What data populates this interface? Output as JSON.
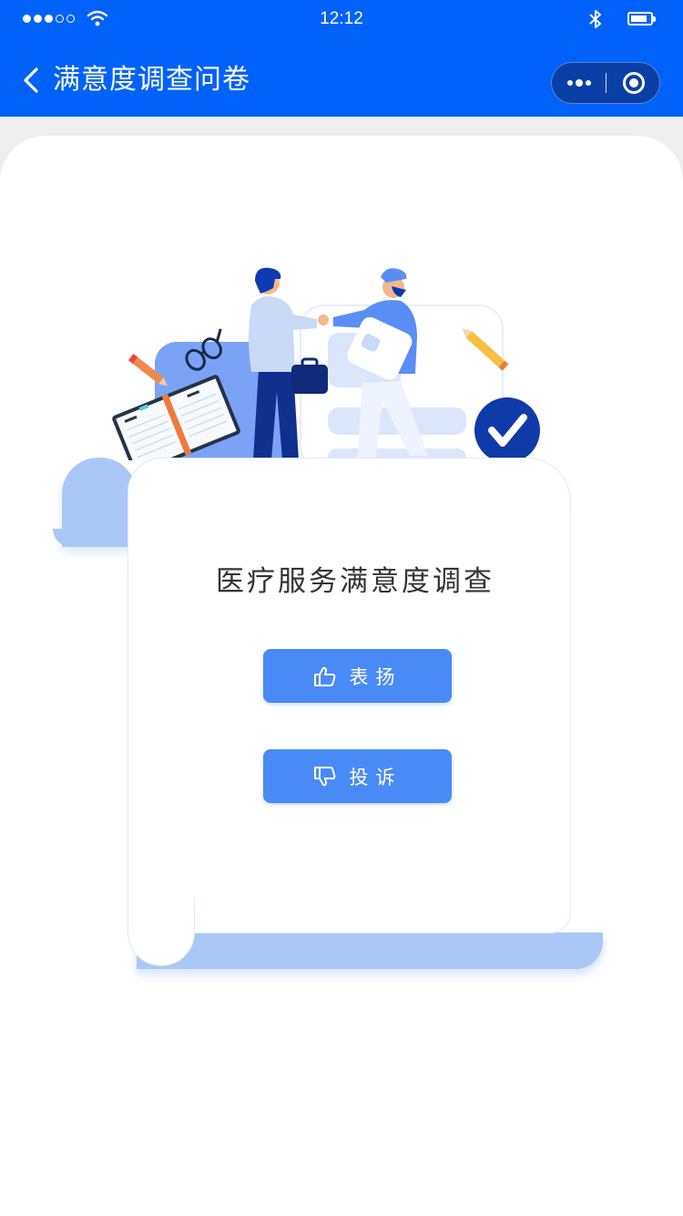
{
  "status_bar": {
    "signal_bars_filled": 3,
    "signal_bars_total": 5,
    "wifi_icon": "wifi-icon",
    "time": "12:12",
    "bluetooth_icon": "bluetooth-icon",
    "battery_icon": "battery-icon"
  },
  "nav": {
    "back_icon": "chevron-left-icon",
    "title": "满意度调查问卷",
    "more_icon": "more-dots-icon",
    "close_icon": "target-circle-icon"
  },
  "colors": {
    "header_blue": "#0062fb",
    "capsule_bg": "#0a3fa6",
    "button_blue": "#4a8af7",
    "scroll_blue": "#aac8f6",
    "page_gray": "#eeeeee",
    "title_text": "#333333"
  },
  "illustration": {
    "description": "two people shaking hands, notebook, glasses, pencils, checkmark badge"
  },
  "survey": {
    "title": "医疗服务满意度调查",
    "buttons": [
      {
        "label": "表扬",
        "icon": "thumbs-up-icon"
      },
      {
        "label": "投诉",
        "icon": "thumbs-down-icon"
      }
    ]
  }
}
